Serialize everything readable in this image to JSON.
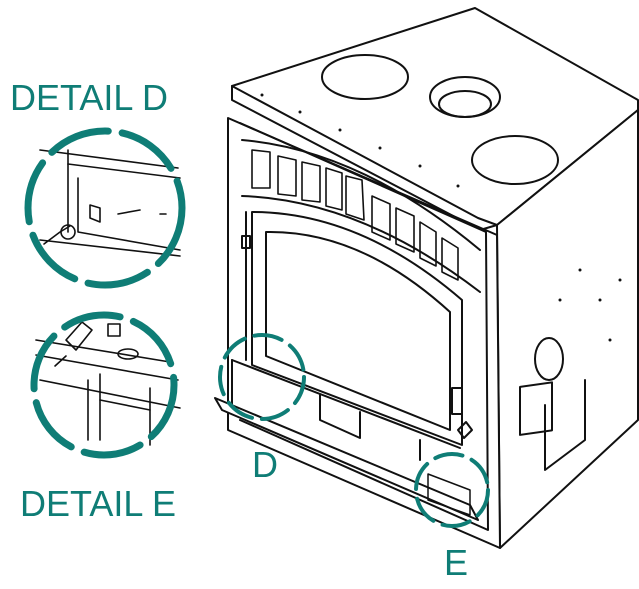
{
  "labels": {
    "detail_d": "DETAIL D",
    "detail_e": "DETAIL E",
    "callout_d": "D",
    "callout_e": "E"
  },
  "colors": {
    "accent": "#0f7d76",
    "line": "#111111",
    "background": "#ffffff"
  }
}
